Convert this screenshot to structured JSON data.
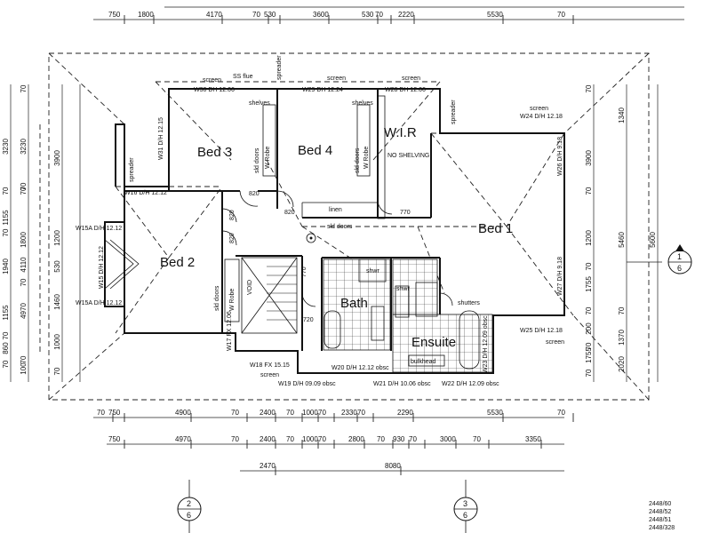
{
  "rooms": {
    "bed1": "Bed 1",
    "bed2": "Bed 2",
    "bed3": "Bed 3",
    "bed4": "Bed 4",
    "wir": "W.I.R",
    "wir_note": "NO SHELVING",
    "bath": "Bath",
    "ensuite": "Ensuite",
    "void": "VOID",
    "linen": "linen",
    "shwr_bath": "shwr",
    "shwr_ens": "shwr"
  },
  "labels": {
    "screen": "screen",
    "ss_flue": "SS flue",
    "spreader": "spreader",
    "shelves": "shelves",
    "sld_doors": "sld doors",
    "w_robe": "W Robe",
    "shutters": "shutters",
    "bulkhead": "bulkhead",
    "d820_a": "820",
    "d820_b": "820",
    "d820_c": "820",
    "d820_d": "820",
    "d770_a": "770",
    "d770_b": "770",
    "d720": "720"
  },
  "windows": {
    "w30": "W30 DH 12.06",
    "w29": "W29 DH 12.24",
    "w28": "W28 DH 12.06",
    "w24": "W24 D/H 12.18",
    "w31": "W31 D/H 12.15",
    "w16": "W16 D/H 12.12",
    "w26": "W26 D/H 9.18",
    "w27": "W27 D/H 9.18",
    "w25": "W25 D/H 12.18",
    "w15a_top": "W15A D/H 12.12",
    "w15": "W15 D/H 12.12",
    "w15a_bot": "W15A D/H 12.12",
    "w17": "W17 FX 12.06",
    "w18": "W18 FX 15.15",
    "w19": "W19 D/H 09.09 obsc",
    "w20": "W20 D/H 12.12 obsc",
    "w21": "W21 D/H 10.06 obsc",
    "w22": "W22 D/H 12.09 obsc",
    "w23": "W23 D/H 12.09 obsc"
  },
  "dims": {
    "top_row1": [
      "750",
      "1800",
      "4170",
      "70",
      "530",
      "3600",
      "530",
      "70",
      "2220",
      "5530",
      "70"
    ],
    "bottom_row1": [
      "70",
      "750",
      "4900",
      "70",
      "2400",
      "70",
      "1000",
      "70",
      "2330",
      "70",
      "2290",
      "5530",
      "70"
    ],
    "bottom_row2": [
      "750",
      "4970",
      "70",
      "2400",
      "70",
      "1000",
      "70",
      "2800",
      "70",
      "930",
      "70",
      "3000",
      "70",
      "3350"
    ],
    "bottom_row3": [
      "2470",
      "8080"
    ],
    "left_outer": [
      "3230",
      "70",
      "1155",
      "70",
      "1940",
      "1155",
      "70",
      "860",
      "70"
    ],
    "left_mid": [
      "70",
      "3230",
      "70",
      "4110",
      "70",
      "1800",
      "70",
      "4970",
      "70",
      "100"
    ],
    "left_inner": [
      "3900",
      "1200",
      "530",
      "1460",
      "1000",
      "70"
    ],
    "right_inner": [
      "70",
      "3900",
      "70",
      "1200",
      "70",
      "1755",
      "70",
      "200",
      "70",
      "1755",
      "70"
    ],
    "right_mid": [
      "1340",
      "5460",
      "70",
      "1370",
      "2020"
    ],
    "right_outer": [
      "5600"
    ]
  },
  "section_refs": {
    "ref_right": {
      "num": "1",
      "sheet": "6"
    },
    "ref_bottom_a": {
      "num": "2",
      "sheet": "6"
    },
    "ref_bottom_b": {
      "num": "3",
      "sheet": "6"
    }
  },
  "stamps": [
    "2448/60",
    "2448/52",
    "2448/51",
    "2448/328"
  ]
}
